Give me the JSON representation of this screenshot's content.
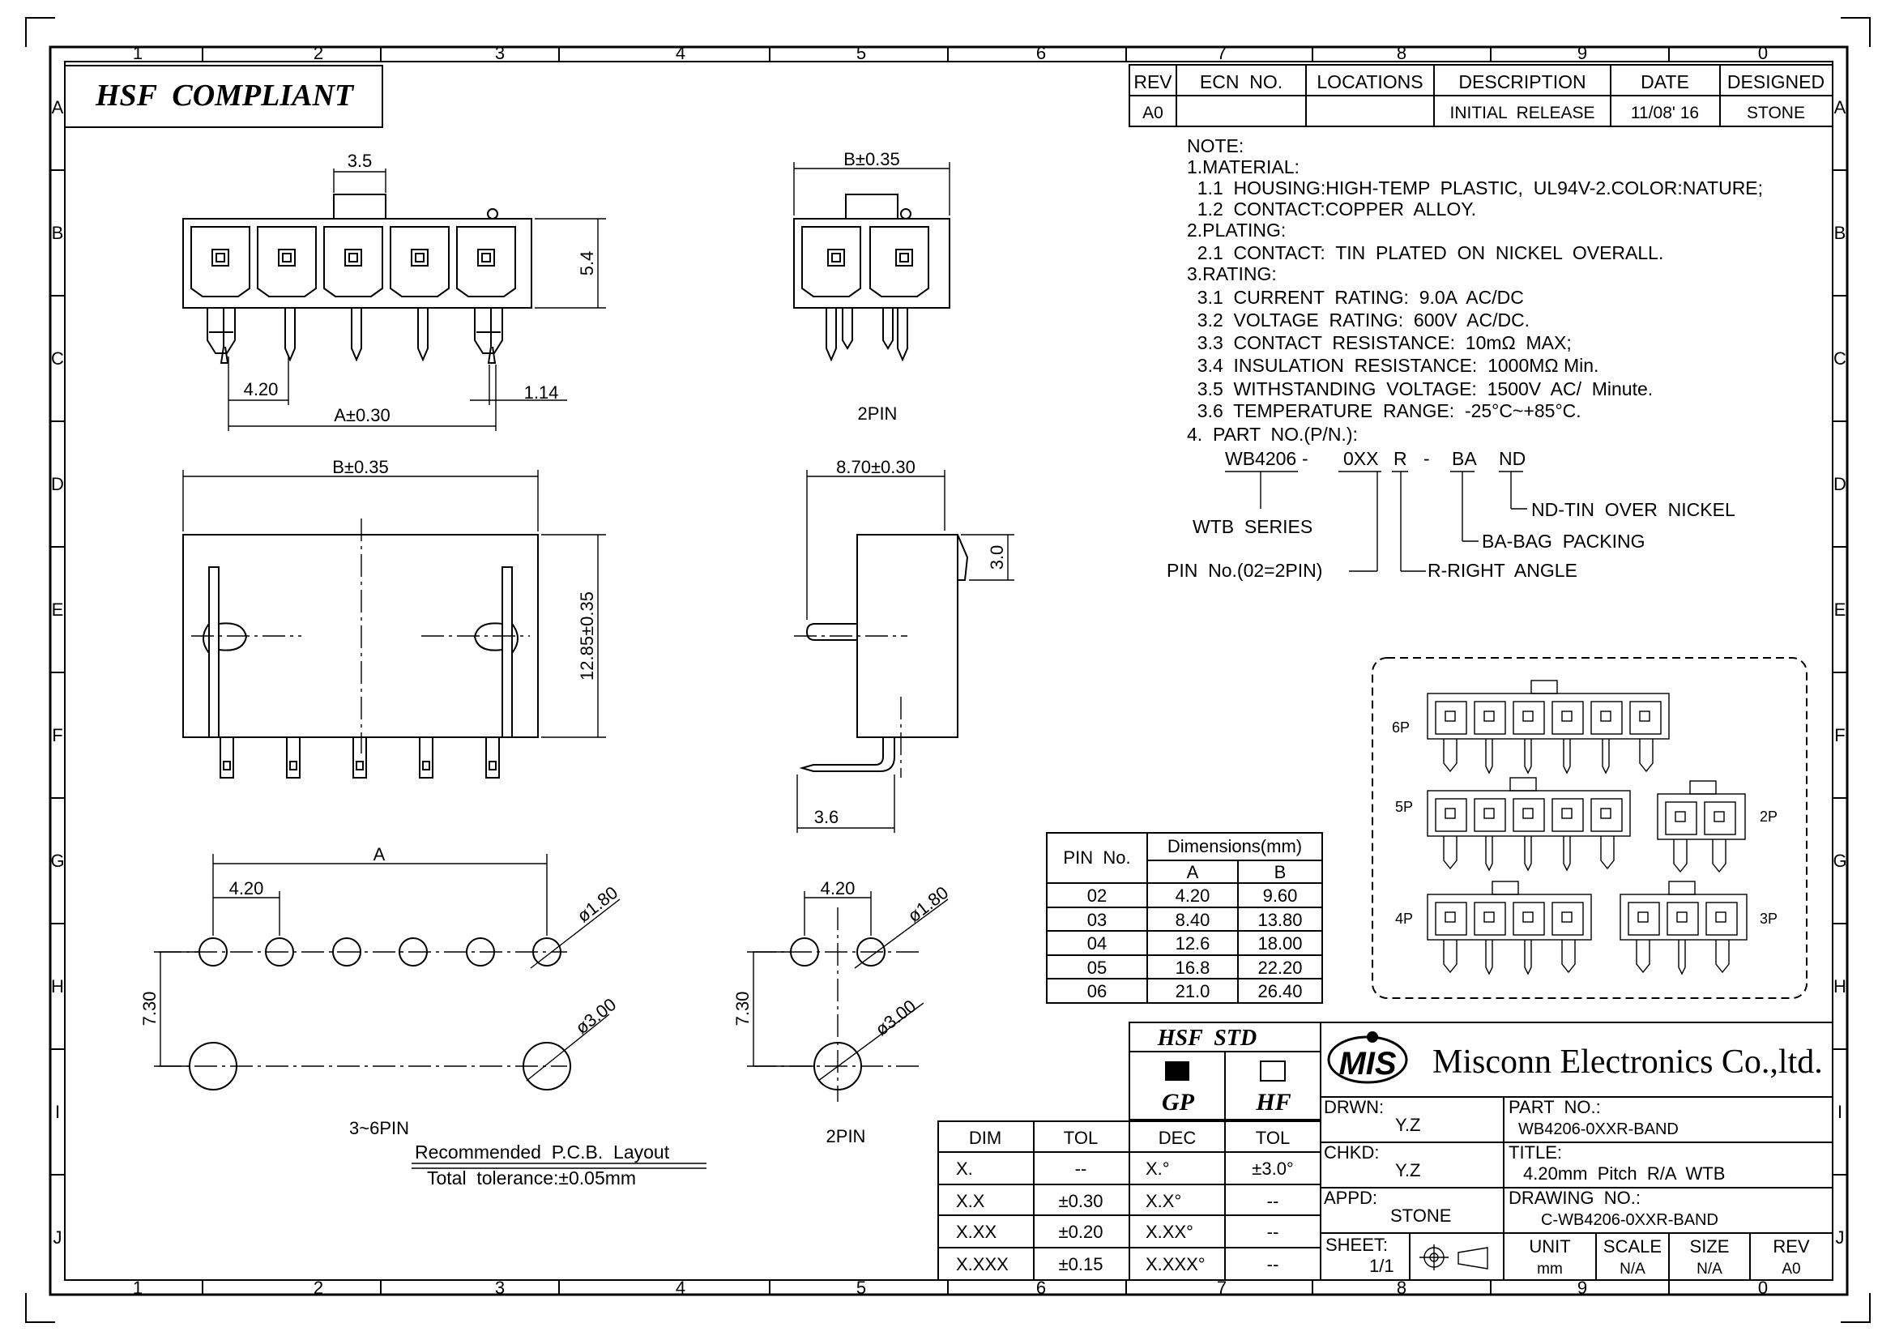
{
  "border": {
    "columns": [
      "1",
      "2",
      "3",
      "4",
      "5",
      "6",
      "7",
      "8",
      "9",
      "0"
    ],
    "rows": [
      "A",
      "B",
      "C",
      "D",
      "E",
      "F",
      "G",
      "H",
      "I",
      "J"
    ]
  },
  "compliance_label": "HSF  COMPLIANT",
  "revision_table": {
    "headers": [
      "REV",
      "ECN  NO.",
      "LOCATIONS",
      "DESCRIPTION",
      "DATE",
      "DESIGNED"
    ],
    "row": [
      "A0",
      "",
      "",
      "INITIAL  RELEASE",
      "11/08' 16",
      "STONE"
    ]
  },
  "notes": {
    "title": "NOTE:",
    "lines": [
      "1.MATERIAL:",
      "  1.1  HOUSING:HIGH-TEMP  PLASTIC,  UL94V-2.COLOR:NATURE;",
      "  1.2  CONTACT:COPPER  ALLOY.",
      "2.PLATING:",
      "  2.1  CONTACT:  TIN  PLATED  ON  NICKEL  OVERALL.",
      "3.RATING:",
      "  3.1  CURRENT  RATING:  9.0A  AC/DC",
      "  3.2  VOLTAGE  RATING:  600V  AC/DC.",
      "  3.3  CONTACT  RESISTANCE:  10mΩ  MAX;",
      "  3.4  INSULATION  RESISTANCE:  1000MΩ Min.",
      "  3.5  WITHSTANDING  VOLTAGE:  1500V  AC/  Minute.",
      "  3.6  TEMPERATURE  RANGE:  -25°C~+85°C.",
      "4.  PART  NO.(P/N.):"
    ],
    "part_code": {
      "base": "WB4206",
      "dash1": "-",
      "pins": "0XX",
      "angle": "R",
      "dash2": "-",
      "packing": "BA",
      "plating": "ND"
    },
    "legend": {
      "series": "WTB  SERIES",
      "pins": "PIN  No.(02=2PIN)",
      "angle": "R-RIGHT  ANGLE",
      "packing": "BA-BAG  PACKING",
      "plating": "ND-TIN  OVER  NICKEL"
    }
  },
  "views": {
    "front_pitch": "3.5",
    "front_height": "5.4",
    "front_pitch2": "4.20",
    "front_offset": "1.14",
    "front_width_a": "A±0.30",
    "two_pin_width": "B±0.35",
    "two_pin_label": "2PIN",
    "top_width": "B±0.35",
    "top_height": "12.85±0.35",
    "side_width": "8.70±0.30",
    "side_latch": "3.0",
    "side_tail": "3.6"
  },
  "pcb": {
    "dim_a": "A",
    "pitch": "4.20",
    "hole_small": "ø1.80",
    "hole_large": "ø3.00",
    "row_gap": "7.30",
    "label_multi": "3~6PIN",
    "label_two": "2PIN",
    "pitch2": "4.20",
    "hole_small2": "ø1.80",
    "hole_large2": "ø3.00",
    "row_gap2": "7.30",
    "layout_title": "Recommended  P.C.B.  Layout",
    "tolerance": "Total  tolerance:±0.05mm"
  },
  "dimension_table": {
    "pin_header": "PIN  No.",
    "dim_header": "Dimensions(mm)",
    "col_a": "A",
    "col_b": "B",
    "rows": [
      {
        "pin": "02",
        "a": "4.20",
        "b": "9.60"
      },
      {
        "pin": "03",
        "a": "8.40",
        "b": "13.80"
      },
      {
        "pin": "04",
        "a": "12.6",
        "b": "18.00"
      },
      {
        "pin": "05",
        "a": "16.8",
        "b": "22.20"
      },
      {
        "pin": "06",
        "a": "21.0",
        "b": "26.40"
      }
    ]
  },
  "variants": [
    "6P",
    "5P",
    "2P",
    "4P",
    "3P"
  ],
  "hsf_std": {
    "title": "HSF  STD",
    "gp": "GP",
    "hf": "HF"
  },
  "tolerance_table": {
    "headers": [
      "DIM",
      "TOL",
      "DEC",
      "TOL"
    ],
    "rows": [
      [
        "X.",
        "--",
        "X.°",
        "±3.0°"
      ],
      [
        "X.X",
        "±0.30",
        "X.X°",
        "--"
      ],
      [
        "X.XX",
        "±0.20",
        "X.XX°",
        "--"
      ],
      [
        "X.XXX",
        "±0.15",
        "X.XXX°",
        "--"
      ]
    ]
  },
  "title_block": {
    "logo_text": "MIS",
    "company": "Misconn Electronics Co.,ltd.",
    "drwn_label": "DRWN:",
    "drwn_value": "Y.Z",
    "chkd_label": "CHKD:",
    "chkd_value": "Y.Z",
    "appd_label": "APPD:",
    "appd_value": "STONE",
    "sheet_label": "SHEET:",
    "sheet_value": "1/1",
    "part_no_label": "PART  NO.:",
    "part_no_value": "WB4206-0XXR-BAND",
    "title_label": "TITLE:",
    "title_value": "4.20mm  Pitch  R/A  WTB",
    "drawing_no_label": "DRAWING  NO.:",
    "drawing_no_value": "C-WB4206-0XXR-BAND",
    "unit_label": "UNIT",
    "unit_value": "mm",
    "scale_label": "SCALE",
    "scale_value": "N/A",
    "size_label": "SIZE",
    "size_value": "N/A",
    "rev_label": "REV",
    "rev_value": "A0"
  }
}
